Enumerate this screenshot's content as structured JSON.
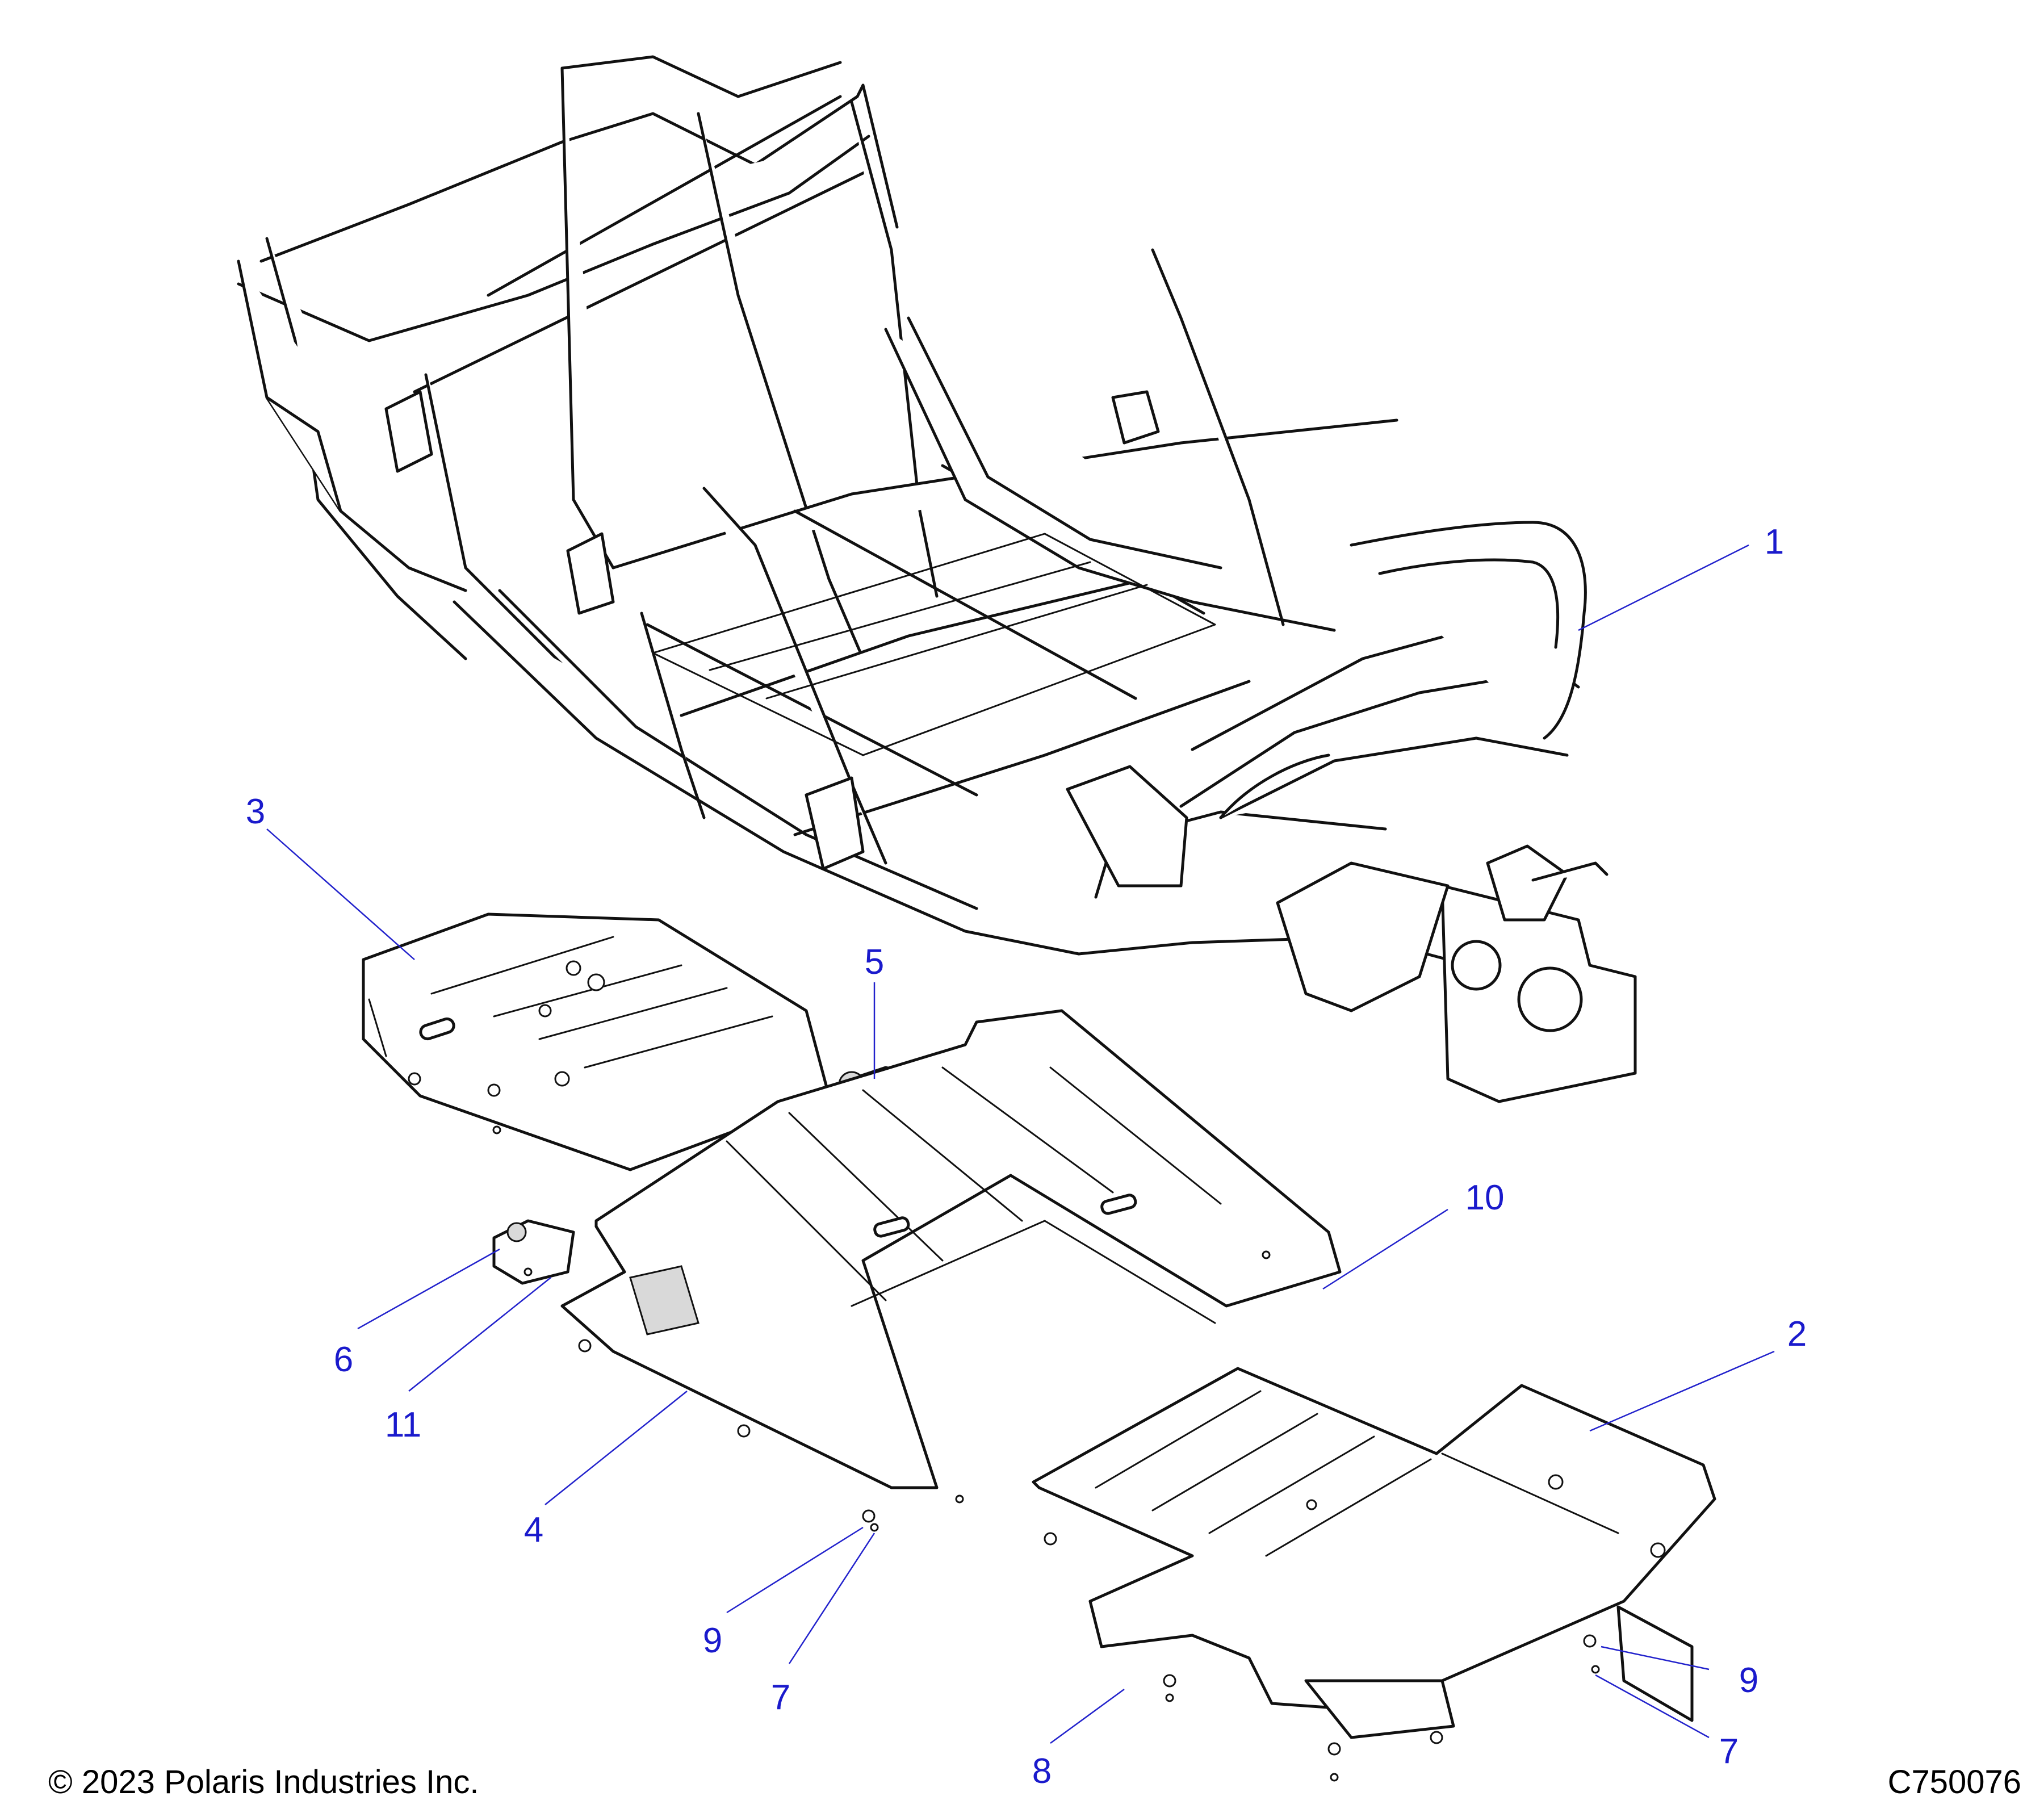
{
  "callouts": [
    {
      "id": "c1",
      "label": "1"
    },
    {
      "id": "c2",
      "label": "2"
    },
    {
      "id": "c3",
      "label": "3"
    },
    {
      "id": "c4",
      "label": "4"
    },
    {
      "id": "c5",
      "label": "5"
    },
    {
      "id": "c6",
      "label": "6"
    },
    {
      "id": "c7a",
      "label": "7"
    },
    {
      "id": "c7b",
      "label": "7"
    },
    {
      "id": "c8",
      "label": "8"
    },
    {
      "id": "c9a",
      "label": "9"
    },
    {
      "id": "c9b",
      "label": "9"
    },
    {
      "id": "c10",
      "label": "10"
    },
    {
      "id": "c11",
      "label": "11"
    }
  ],
  "footer": {
    "copyright": "© 2023 Polaris Industries Inc.",
    "figure_id": "C750076"
  },
  "colors": {
    "callout": "#1a1acc",
    "line_art": "#111111",
    "background": "#ffffff"
  }
}
